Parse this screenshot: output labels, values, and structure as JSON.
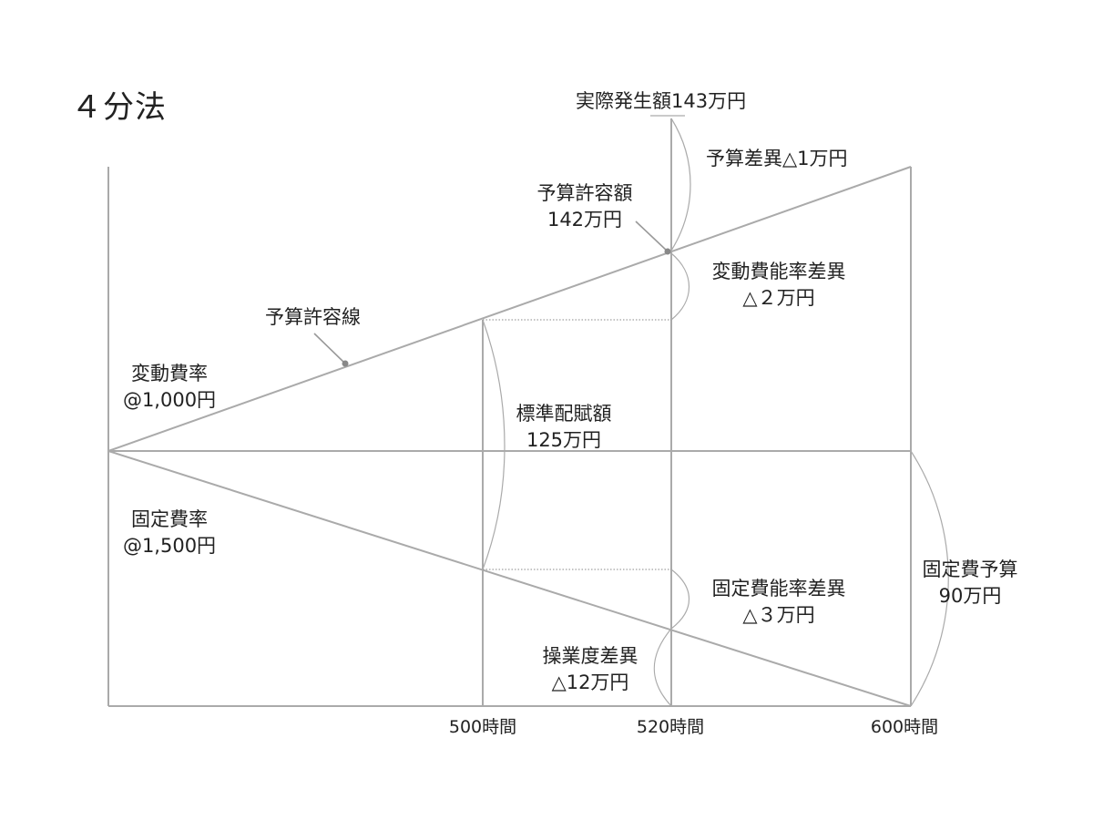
{
  "title": "４分法",
  "colors": {
    "line": "#aaaaaa",
    "text": "#222222"
  },
  "labels": {
    "actual": "実際発生額143万円",
    "budget_variance": "予算差異△1万円",
    "allowance_l1": "予算許容額",
    "allowance_l2": "142万円",
    "allowance_line": "予算許容線",
    "var_rate_l1": "変動費率",
    "var_rate_l2": "@1,000円",
    "var_eff_l1": "変動費能率差異",
    "var_eff_l2": "△２万円",
    "standard_l1": "標準配賦額",
    "standard_l2": "125万円",
    "fixed_rate_l1": "固定費率",
    "fixed_rate_l2": "@1,500円",
    "fixed_eff_l1": "固定費能率差異",
    "fixed_eff_l2": "△３万円",
    "volume_l1": "操業度差異",
    "volume_l2": "△12万円",
    "fixed_budget_l1": "固定費予算",
    "fixed_budget_l2": "90万円"
  },
  "axis": {
    "h500": "500時間",
    "h520": "520時間",
    "h600": "600時間"
  }
}
